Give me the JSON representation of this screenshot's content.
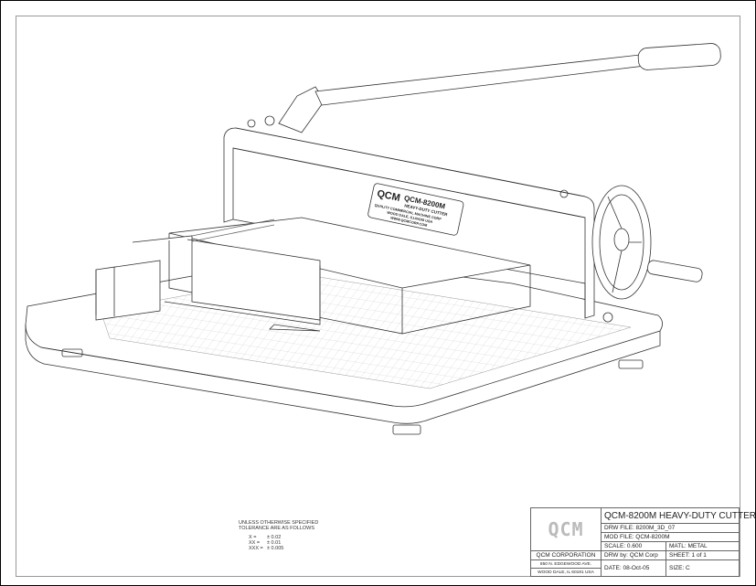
{
  "drawing": {
    "machine_label": {
      "logo": "QCM",
      "model": "QCM-8200M",
      "subtitle": "HEAVY-DUTY CUTTER",
      "company": "QUALITY COMMERCIAL MACHINE CORP",
      "address": "WOOD DALE, ILLINOIS USA",
      "web": "WWW.QCMCORP.COM"
    }
  },
  "tolerance": {
    "line1": "UNLESS OTHERWISE SPECIFIED",
    "line2": "TOLERANCE ARE AS FOLLOWS",
    "rows": [
      {
        "label": "X  =",
        "value": "± 0.02"
      },
      {
        "label": "XX  =",
        "value": "± 0.01"
      },
      {
        "label": "XXX  =",
        "value": "± 0.005"
      }
    ]
  },
  "title_block": {
    "logo": "QCM",
    "company": "QCM CORPORATION",
    "street": "850 N. EDGEWOOD AVE.",
    "city": "WOOD DALE, IL 60191 USA",
    "title": "QCM-8200M HEAVY-DUTY CUTTER",
    "drw_file": "DRW FILE: 8200M_3D_07",
    "mod_file": "MOD FILE: QCM-8200M",
    "scale": "SCALE: 0.600",
    "material": "MATL: METAL",
    "drawn_by": "DRW by: QCM Corp",
    "sheet": "SHEET: 1 of 1",
    "date": "DATE: 08-Oct-05",
    "size": "SIZE: C"
  }
}
